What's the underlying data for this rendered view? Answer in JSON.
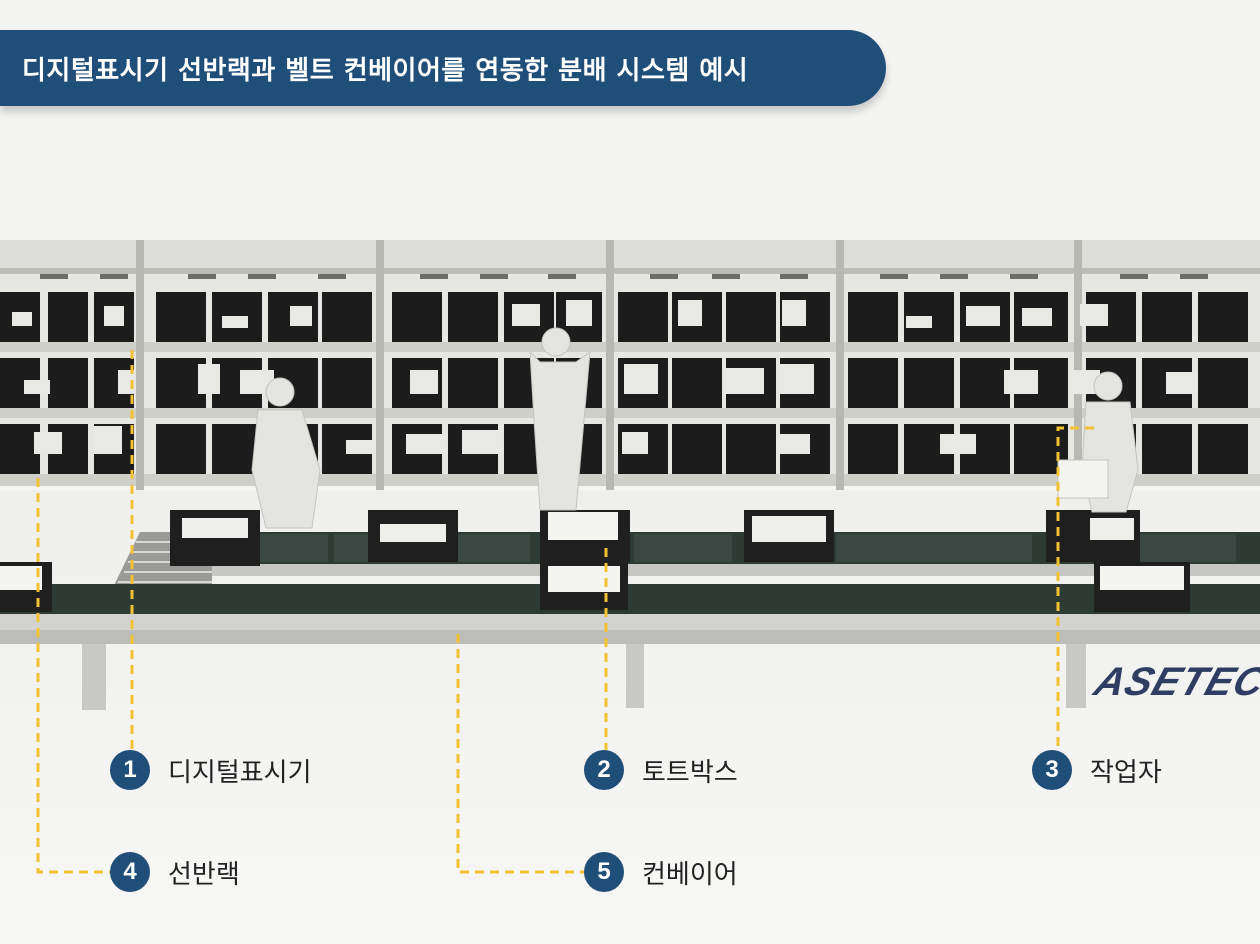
{
  "title": "디지털표시기 선반랙과 벨트 컨베이어를 연동한 분배 시스템 예시",
  "logo_text": "ASETEC",
  "colors": {
    "banner": "#1f4e79",
    "badge": "#1f4e79",
    "leader_line": "#f2c230",
    "conveyor_belt": "#2e3a34",
    "bin": "#1c1c1c"
  },
  "callouts": [
    {
      "number": "1",
      "label": "디지털표시기"
    },
    {
      "number": "2",
      "label": "토트박스"
    },
    {
      "number": "3",
      "label": "작업자"
    },
    {
      "number": "4",
      "label": "선반랙"
    },
    {
      "number": "5",
      "label": "컨베이어"
    }
  ]
}
